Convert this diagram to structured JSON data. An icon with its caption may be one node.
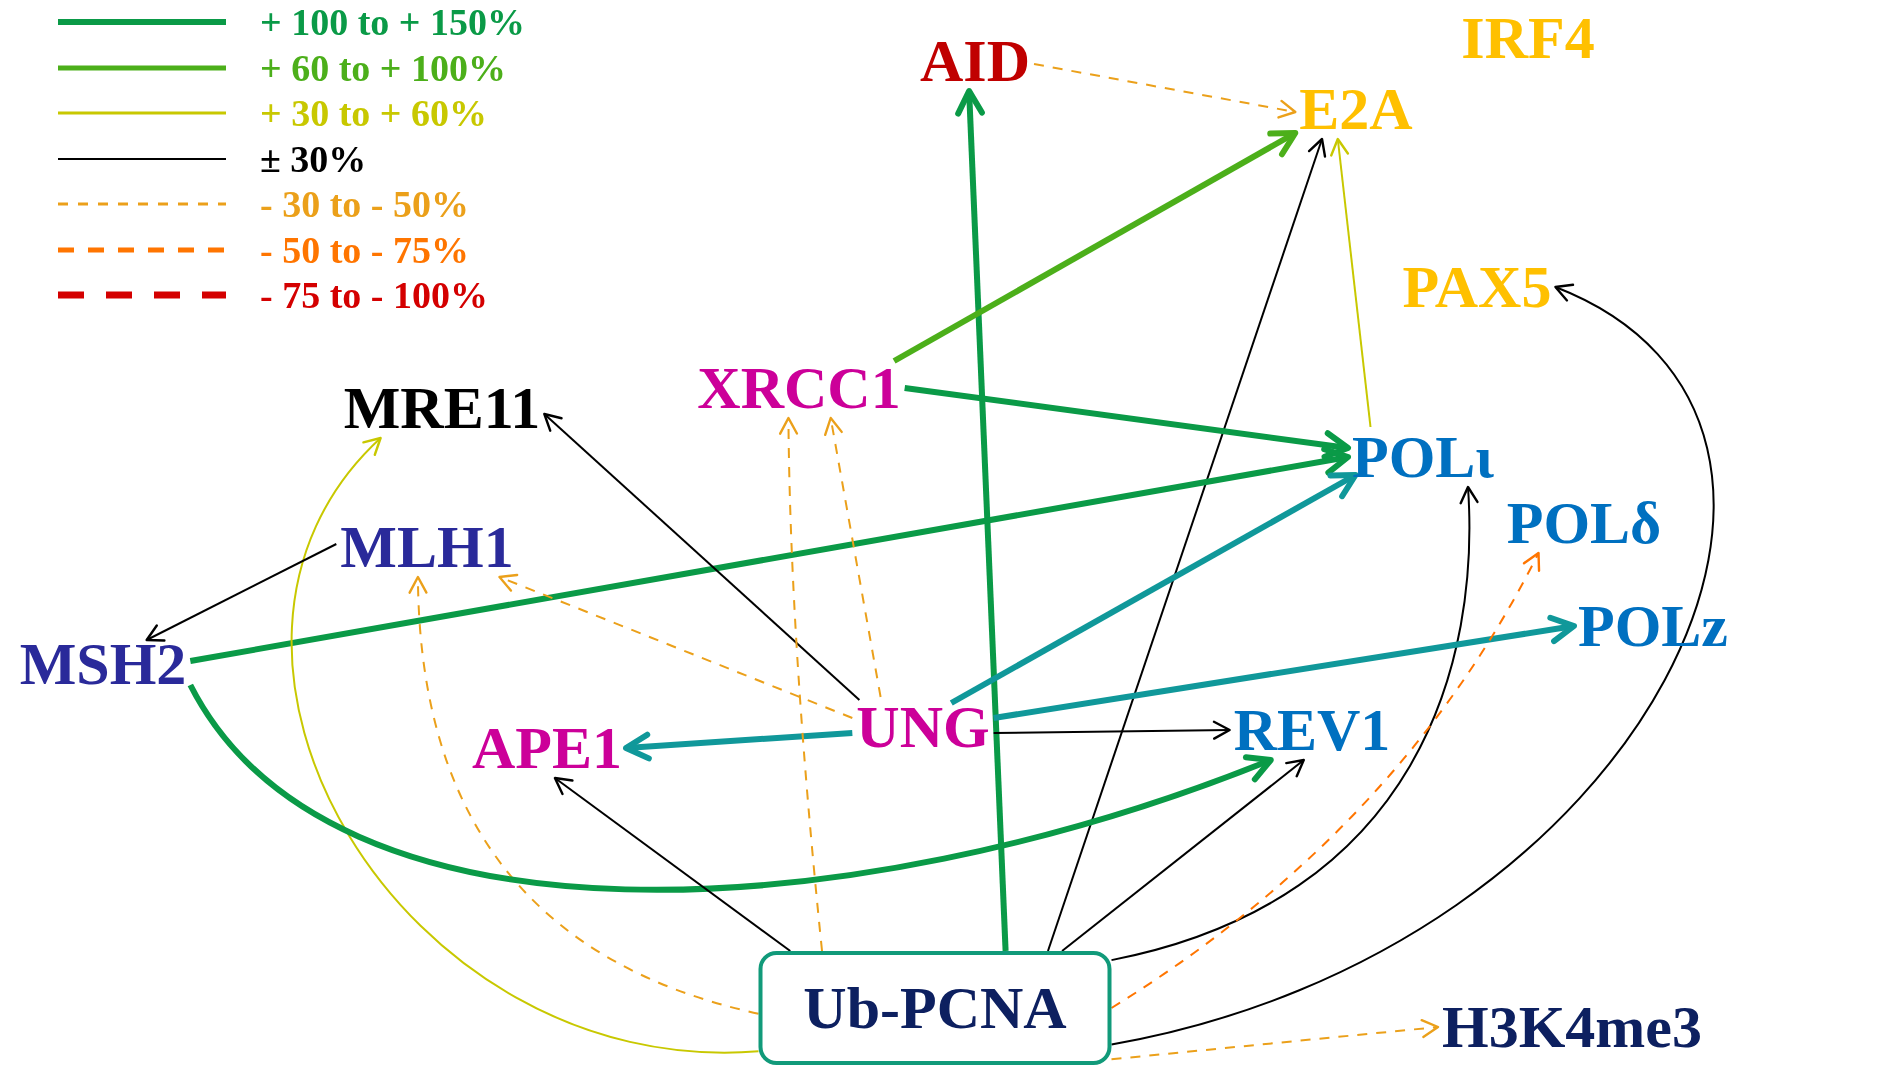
{
  "diagram": {
    "nodes": [
      {
        "text": [
          "AID"
        ]
      },
      {
        "text": [
          "IRF4"
        ]
      },
      {
        "text": [
          "E2A"
        ]
      },
      {
        "text": [
          "PAX5"
        ]
      },
      {
        "text": [
          "XRCC1"
        ]
      },
      {
        "text": [
          "MRE11"
        ]
      },
      {
        "text": [
          "POLι"
        ]
      },
      {
        "text": [
          "POLδ"
        ]
      },
      {
        "text": [
          "MLH1"
        ]
      },
      {
        "text": [
          "MSH2"
        ]
      },
      {
        "text": [
          "POLz"
        ]
      },
      {
        "text": [
          "UNG"
        ]
      },
      {
        "text": [
          "APE1"
        ]
      },
      {
        "text": [
          "REV1"
        ]
      },
      {
        "text": [
          "Ub-PCNA"
        ]
      },
      {
        "text": [
          "H3K4me3"
        ]
      }
    ],
    "edges": [
      {
        "from": 14,
        "to": 0,
        "arrow": "to",
        "style": "thick",
        "color": "#0a9a47"
      },
      {
        "from": 0,
        "to": 2,
        "arrow": "to",
        "style": "dashed",
        "color": "#eba01a"
      },
      {
        "from": 4,
        "to": 2,
        "arrow": "to",
        "style": "thick",
        "color": "#4caf1a"
      },
      {
        "from": 14,
        "to": 2,
        "arrow": "to"
      },
      {
        "from": 6,
        "to": 2,
        "arrow": "to",
        "color": "#c8c800"
      },
      {
        "from": 14,
        "to": 3,
        "arrow": "to"
      },
      {
        "from": 4,
        "to": 6,
        "arrow": "to",
        "style": "thick",
        "color": "#0a9a47"
      },
      {
        "from": 9,
        "to": 6,
        "arrow": "to",
        "style": "thick",
        "color": "#0a9a47"
      },
      {
        "from": 11,
        "to": 6,
        "arrow": "to",
        "style": "thick",
        "color": "#10989a"
      },
      {
        "from": 14,
        "to": 6,
        "arrow": "to"
      },
      {
        "from": 11,
        "to": 10,
        "arrow": "to",
        "style": "thick",
        "color": "#10989a"
      },
      {
        "from": 14,
        "to": 7,
        "arrow": "to",
        "style": "dashed",
        "color": "#ff7500"
      },
      {
        "from": 11,
        "to": 12,
        "arrow": "to",
        "style": "thick",
        "color": "#10989a"
      },
      {
        "from": 11,
        "to": 13,
        "arrow": "to"
      },
      {
        "from": 11,
        "to": 8,
        "arrow": "to",
        "style": "dashed",
        "color": "#eba01a"
      },
      {
        "from": 11,
        "to": 5,
        "arrow": "to"
      },
      {
        "from": 11,
        "to": 4,
        "arrow": "to",
        "style": "dashed",
        "color": "#eba01a"
      },
      {
        "from": 14,
        "to": 4,
        "arrow": "to",
        "style": "dashed",
        "color": "#eba01a"
      },
      {
        "from": 14,
        "to": 5,
        "arrow": "to",
        "color": "#c8c800"
      },
      {
        "from": 14,
        "to": 8,
        "arrow": "to",
        "style": "dashed",
        "color": "#eba01a"
      },
      {
        "from": 8,
        "to": 9,
        "arrow": "to"
      },
      {
        "from": 9,
        "to": 13,
        "arrow": "to",
        "style": "thick",
        "color": "#0a9a47"
      },
      {
        "from": 14,
        "to": 12,
        "arrow": "to"
      },
      {
        "from": 14,
        "to": 13,
        "arrow": "to"
      },
      {
        "from": 14,
        "to": 15,
        "arrow": "to",
        "style": "dashed",
        "color": "#eba01a"
      }
    ],
    "legend": [
      {
        "text": "+ 100 to + 150%"
      },
      {
        "text": "+ 60 to + 100%"
      },
      {
        "text": "+ 30 to + 60%"
      },
      {
        "text": "± 30%"
      },
      {
        "text": "- 30 to - 50%"
      },
      {
        "text": "- 50 to - 75%"
      },
      {
        "text": "- 75 to - 100%"
      }
    ]
  }
}
